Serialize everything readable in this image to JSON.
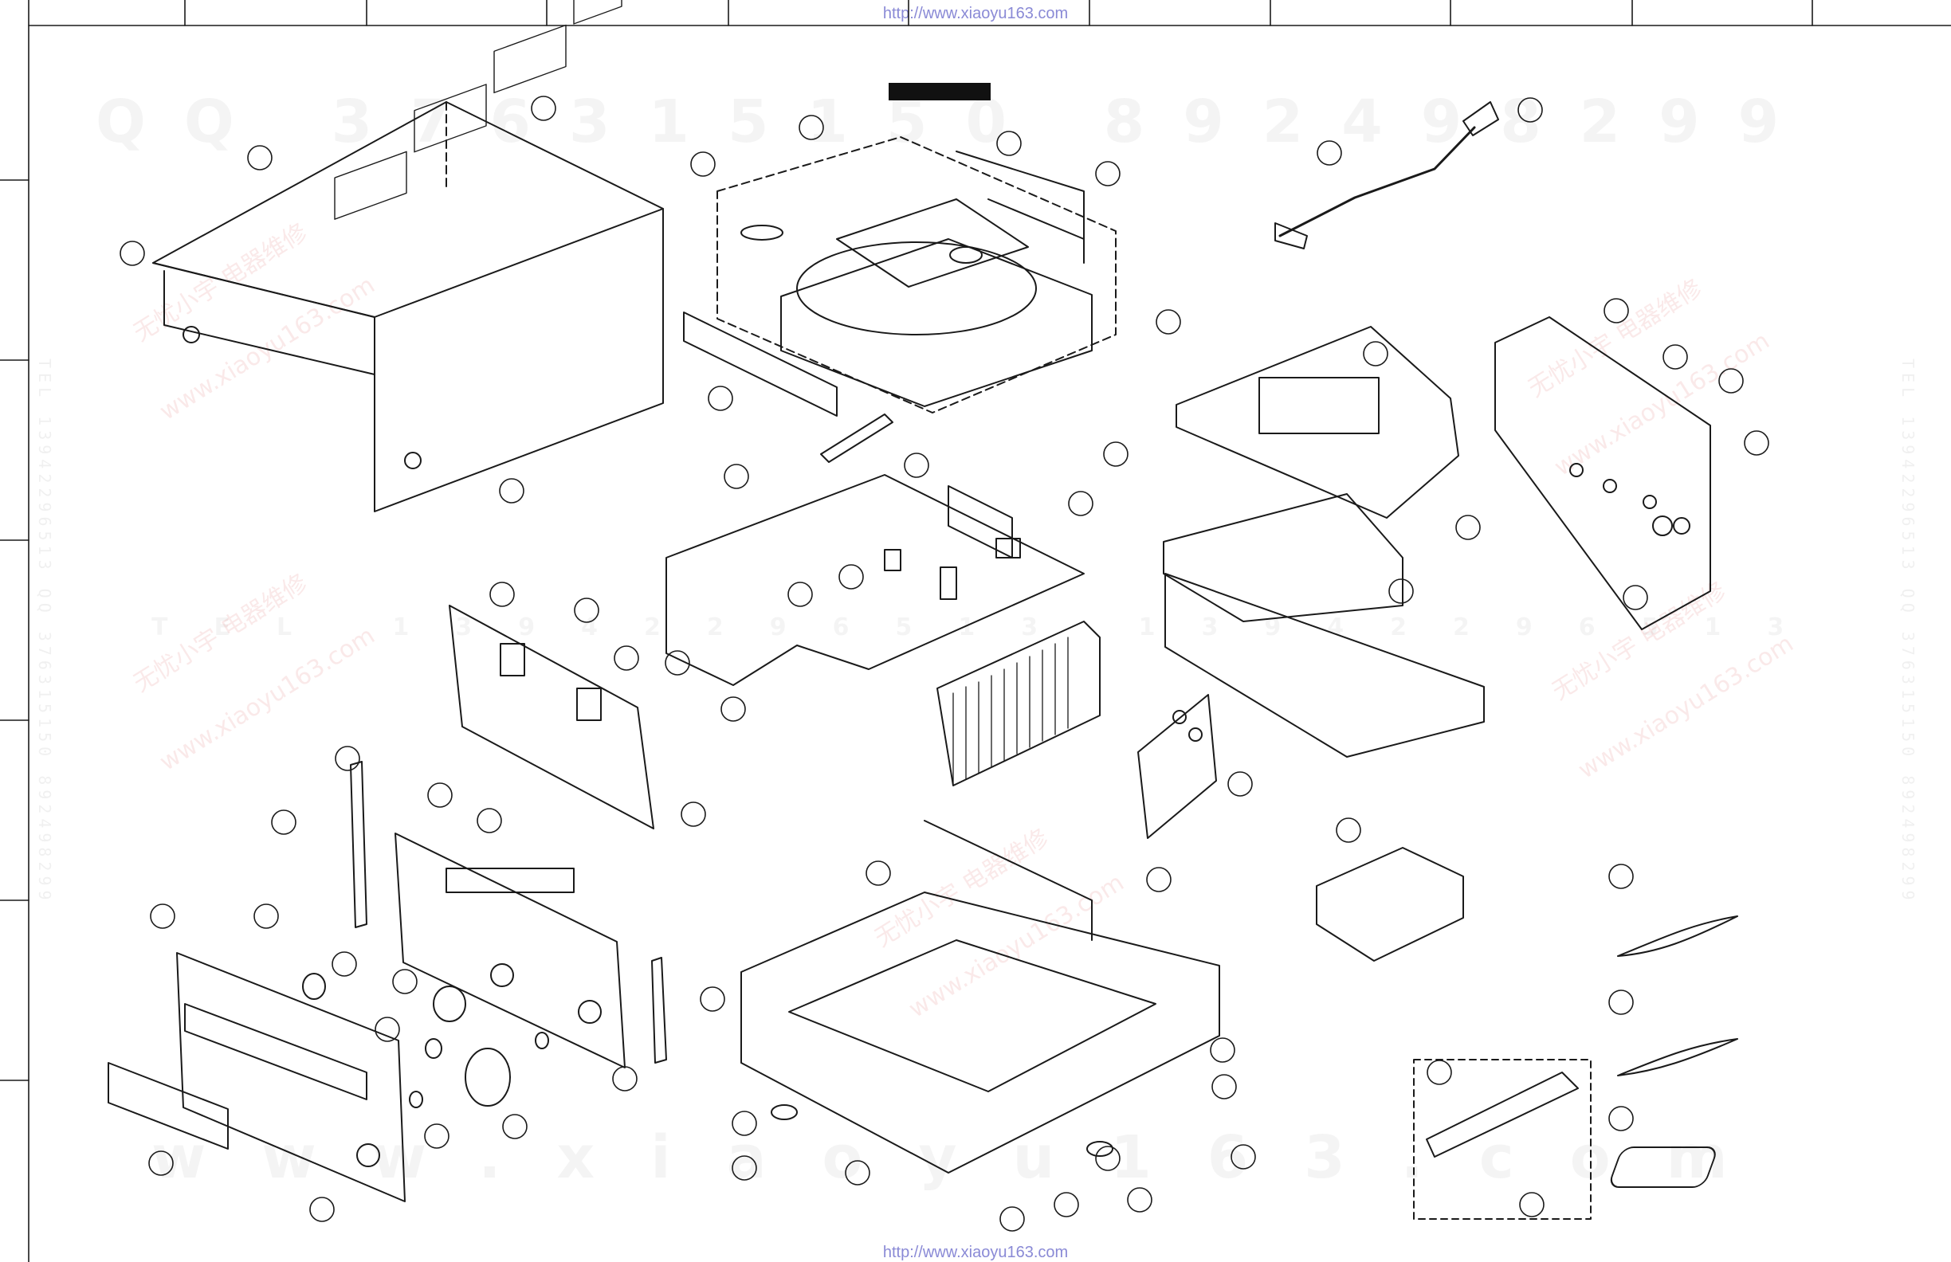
{
  "header_url": "http://www.xiaoyu163.com",
  "footer_url": "http://www.xiaoyu163.com",
  "watermark_top": "QQ 376315150 892498299",
  "watermark_mid": "TEL 13942296513 13942296513",
  "watermark_bottom": "www.xiaoyu163.com",
  "watermark_side": "TEL 13942296513 QQ 376315150 892498299",
  "stamp_texts": [
    "无忧小宇 电器维修",
    "www.xiaoyu163.com"
  ],
  "colors": {
    "line": "#1a1a1a",
    "url": "#8a8ad6"
  },
  "icons": [
    "screw-icon",
    "callout-circle",
    "ac-plug-icon",
    "remote-control-icon",
    "loop-antenna-icon",
    "fm-antenna-cable-icon"
  ]
}
